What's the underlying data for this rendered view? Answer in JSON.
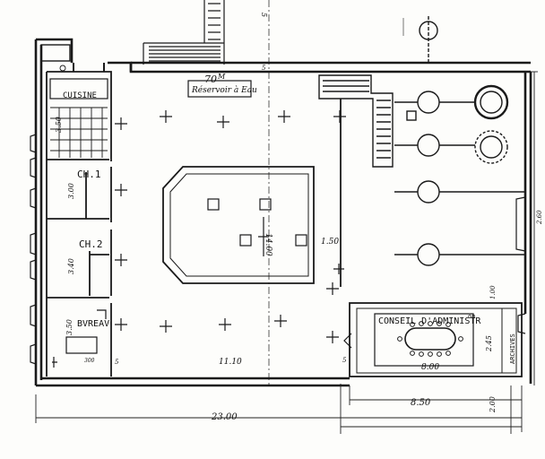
{
  "rooms": {
    "kitchen": "CUISINE",
    "bedroom1": "CH.1",
    "bedroom2": "CH.2",
    "office": "BVREAV",
    "board_room": "CONSEIL D'ADMINISTR",
    "board_room_suffix": "on",
    "archives": "ARCHIVES"
  },
  "reservoir": {
    "volume": "70",
    "volume_unit": "M",
    "label": "Réservoir à Eau"
  },
  "dimensions": {
    "kitchen_height": "3.50",
    "ch1_height": "3.00",
    "ch2_height": "3.40",
    "office_height": "3.50",
    "hall_width": "14.00",
    "hall_gap": "1.50",
    "bottom_span": "11.10",
    "conseil_width": "8.00",
    "conseil_depth": "2.45",
    "conseil_side": "1.00",
    "right_span": "8.50",
    "total_width": "23.00",
    "bottom_offset": "2.00",
    "right_height": "2.60",
    "top_mark": "5",
    "small_5a": "5",
    "small_5b": "5",
    "small_5c": "5",
    "office_mark": "300"
  }
}
